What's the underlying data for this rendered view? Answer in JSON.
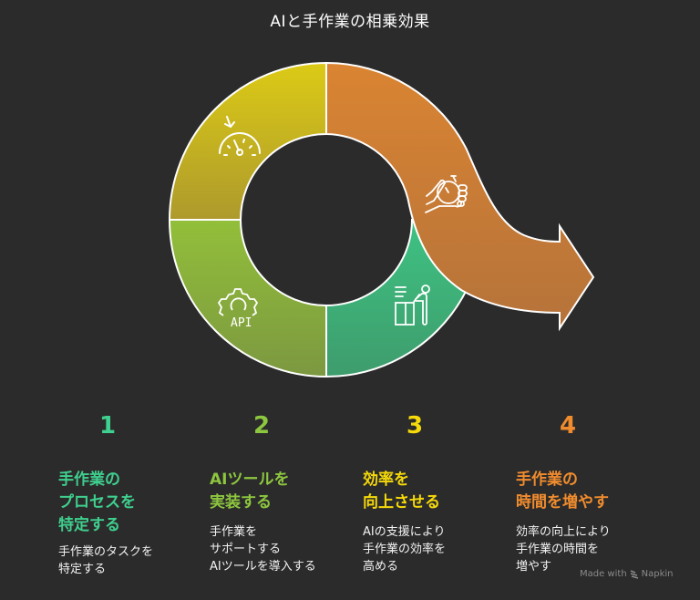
{
  "title": "AIと手作業の相乗効果",
  "colors": {
    "background": "#2b2b2b",
    "step1": "#3fcf8e",
    "step2": "#8dc63f",
    "step3": "#f5d90a",
    "step4": "#f08c2e"
  },
  "diagram": {
    "segments": [
      {
        "name": "yellow-segment",
        "icon": "speedometer-icon",
        "color": "#d4c31a"
      },
      {
        "name": "green-segment",
        "icon": "gear-api-icon",
        "color": "#8fba3a"
      },
      {
        "name": "teal-segment",
        "icon": "person-at-desk-icon",
        "color": "#3dba7f"
      },
      {
        "name": "orange-arrow",
        "icon": "hand-stopwatch-icon",
        "color": "#d4802f"
      }
    ],
    "api_label": "API"
  },
  "steps": [
    {
      "number": "1",
      "heading": "手作業の\nプロセスを\n特定する",
      "description": "手作業のタスクを\n特定する"
    },
    {
      "number": "2",
      "heading": "AIツールを\n実装する",
      "description": "手作業を\nサポートする\nAIツールを導入する"
    },
    {
      "number": "3",
      "heading": "効率を\n向上させる",
      "description": "AIの支援により\n手作業の効率を\n高める"
    },
    {
      "number": "4",
      "heading": "手作業の\n時間を増やす",
      "description": "効率の向上により\n手作業の時間を\n増やす"
    }
  ],
  "footer": {
    "made_with": "Made with",
    "brand": "Napkin"
  }
}
